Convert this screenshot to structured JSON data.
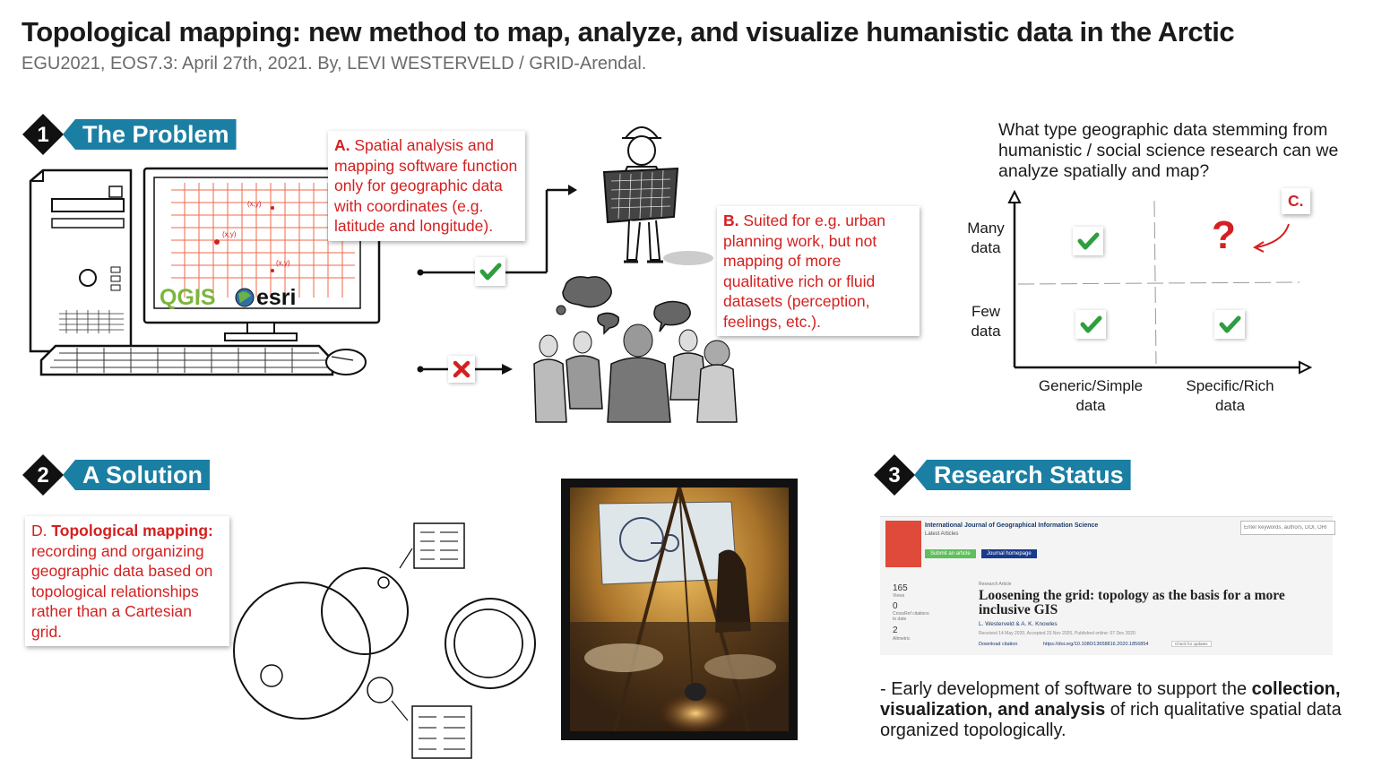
{
  "header": {
    "title": "Topological mapping: new method to map, analyze, and visualize humanistic data in the Arctic",
    "subtitle": "EGU2021, EOS7.3: April 27th, 2021. By, LEVI WESTERVELD / GRID-Arendal."
  },
  "sections": [
    {
      "number": "1",
      "label": "The Problem"
    },
    {
      "number": "2",
      "label": "A Solution"
    },
    {
      "number": "3",
      "label": "Research Status"
    }
  ],
  "notes": {
    "a": {
      "prefix": "A.",
      "text": "Spatial analysis and mapping software function only for geographic data with coordinates (e.g. latitude and longitude)."
    },
    "b": {
      "prefix": "B.",
      "text": "Suited for e.g. urban planning work, but not mapping of more qualitative rich or fluid datasets (perception, feelings, etc.)."
    },
    "c": {
      "label": "C."
    },
    "d": {
      "prefix": "D.",
      "bold": "Topological mapping:",
      "text": "recording and organizing geographic data based on topological relationships rather than a Cartesian grid."
    }
  },
  "monitor": {
    "coord_label": "(x,y)",
    "logos": [
      "QGIS",
      "esri"
    ]
  },
  "quadrant": {
    "question": "What type geographic data stemming from humanistic / social science research  can we analyze spatially and map?",
    "y_labels": [
      "Many data",
      "Few data"
    ],
    "x_labels": [
      "Generic/Simple data",
      "Specific/Rich data"
    ],
    "unknown_mark": "?"
  },
  "paper": {
    "journal": "International Journal of Geographical Information Science",
    "journal_sub": "Latest Articles",
    "search_placeholder": "Enter keywords, authors, DOI, ORI",
    "submit_label": "Submit an article",
    "homepage_label": "Journal homepage",
    "article_type": "Research Article",
    "title": "Loosening the grid: topology as the basis for a more inclusive GIS",
    "authors": "L. Westerveld  & A. K. Knowles",
    "dates": "Received 14 May 2020, Accepted 23 Nov 2020, Published online: 07 Dec 2020",
    "metrics": [
      {
        "value": "165",
        "label": "Views"
      },
      {
        "value": "0",
        "label": "CrossRef citations to date"
      },
      {
        "value": "2",
        "label": "Altmetric"
      }
    ],
    "download_label": "Download citation",
    "doi": "https://doi.org/10.1080/13658816.2020.1856854",
    "updates_label": "Check for updates"
  },
  "status": {
    "prefix": "- Early development of software to support the ",
    "bold": "collection, visualization, and analysis",
    "suffix": " of rich qualitative spatial data organized topologically."
  },
  "colors": {
    "accent": "#1a7fa3",
    "note_red": "#d42020",
    "check_green": "#2e9e3e",
    "grid_red": "#ef6a4a"
  }
}
